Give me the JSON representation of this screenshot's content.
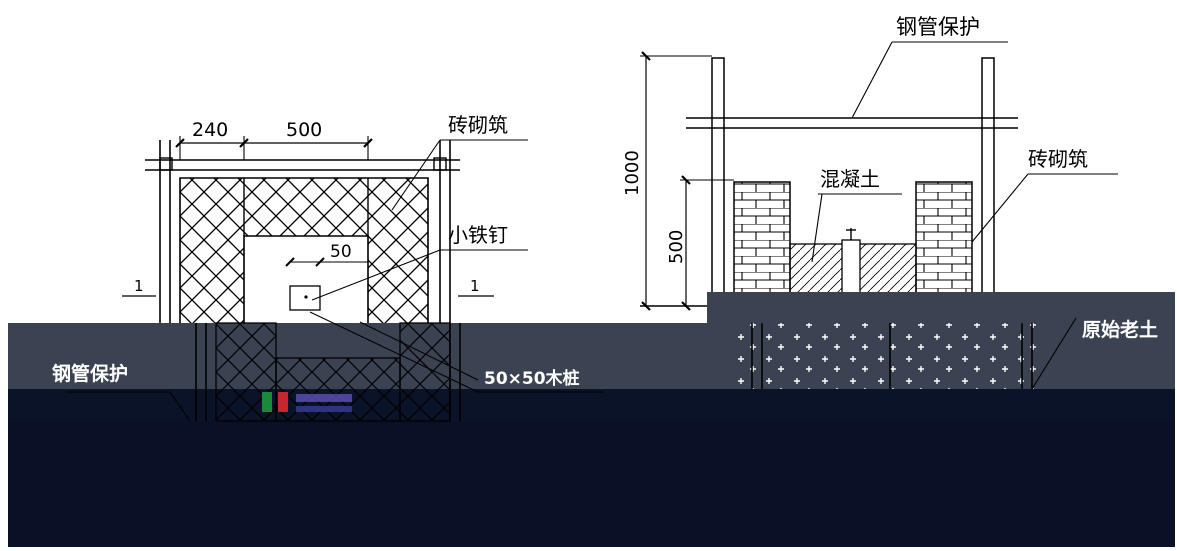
{
  "left_plan": {
    "dim_left": "240",
    "dim_mid": "500",
    "dim_small": "50",
    "label_brick": "砖砌筑",
    "label_nail": "小铁钉",
    "label_stake": "50×50木桩",
    "label_pipe": "钢管保护",
    "section_left": "1",
    "section_right": "1"
  },
  "right_section": {
    "label_pipe": "钢管保护",
    "label_brick": "砖砌筑",
    "label_concrete": "混凝土",
    "label_soil": "原始老土",
    "dim_total": "1000",
    "dim_half": "500"
  },
  "colors": {
    "ink": "#000000",
    "band_slate": "#3b4353",
    "band_navy": "#0a1126",
    "band_navy_mid": "#0b1328",
    "label_white": "#ffffff"
  }
}
